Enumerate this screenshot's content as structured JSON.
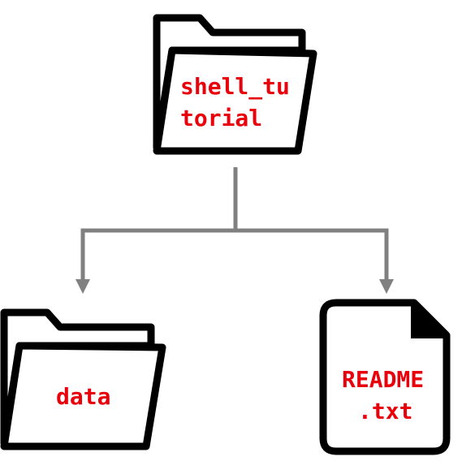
{
  "colors": {
    "label": "#e8000b",
    "outline": "#000000",
    "connector": "#808080",
    "background": "#ffffff"
  },
  "root": {
    "icon": "folder-icon",
    "label_lines": [
      "shell_tu",
      "torial"
    ]
  },
  "children": [
    {
      "icon": "folder-icon",
      "label_lines": [
        "data"
      ]
    },
    {
      "icon": "file-icon",
      "label_lines": [
        "README",
        ".txt"
      ]
    }
  ]
}
